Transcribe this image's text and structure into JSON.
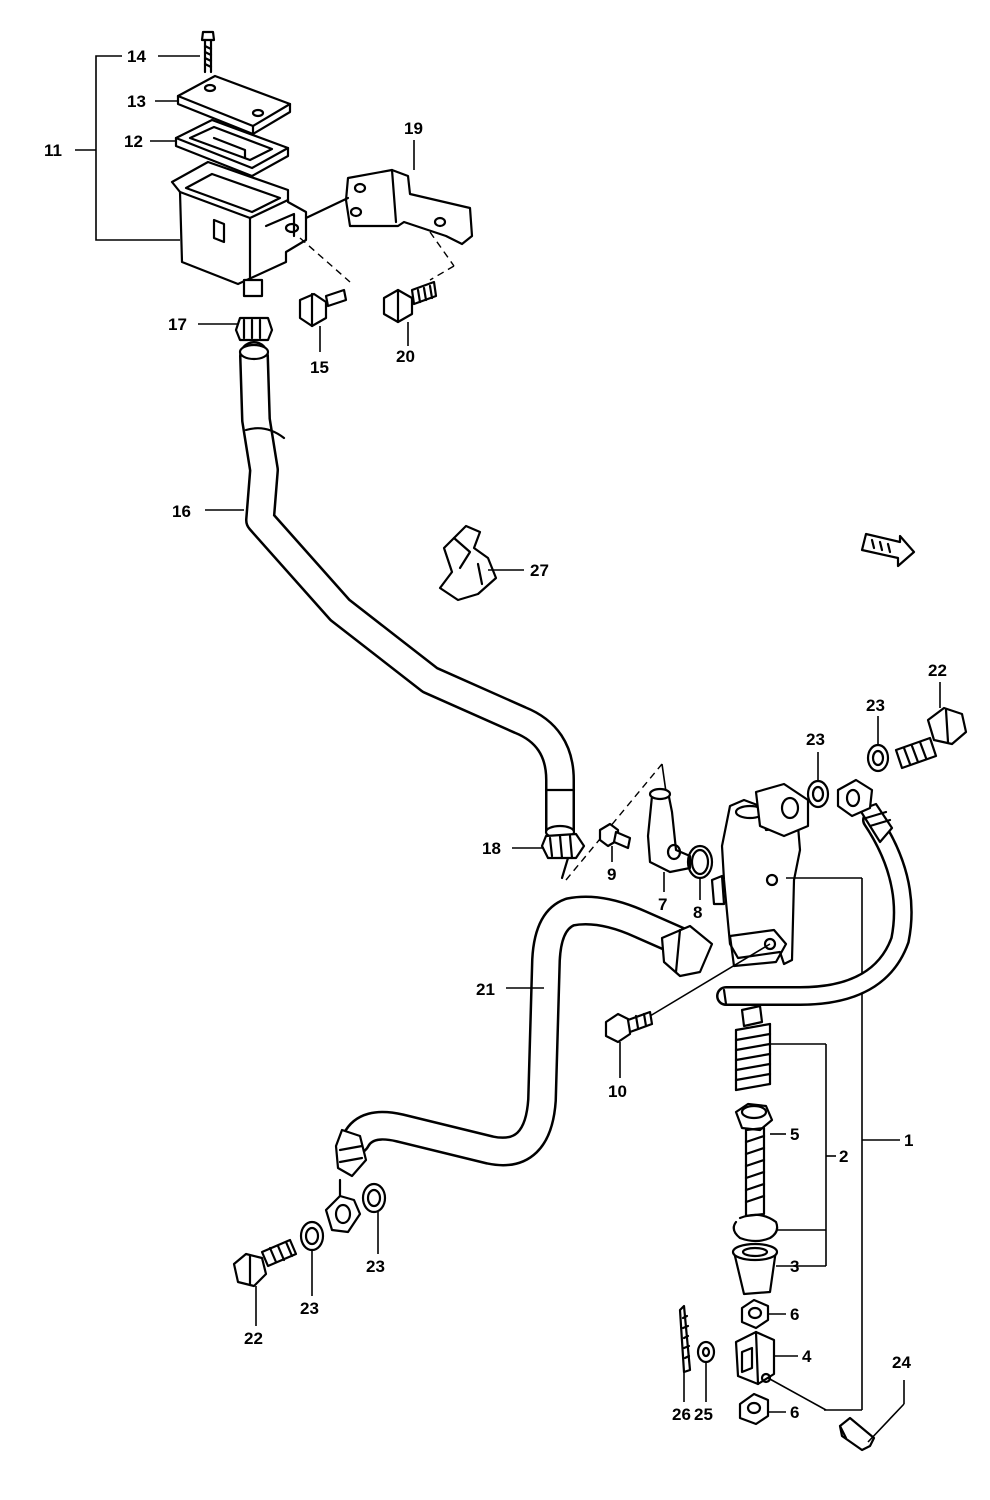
{
  "diagram": {
    "labels": {
      "p1": "1",
      "p2": "2",
      "p3": "3",
      "p4": "4",
      "p5": "5",
      "p6a": "6",
      "p6b": "6",
      "p7": "7",
      "p8": "8",
      "p9": "9",
      "p10": "10",
      "p11": "11",
      "p12": "12",
      "p13": "13",
      "p14": "14",
      "p15": "15",
      "p16": "16",
      "p17": "17",
      "p18": "18",
      "p19": "19",
      "p20": "20",
      "p21": "21",
      "p22a": "22",
      "p22b": "22",
      "p23a": "23",
      "p23b": "23",
      "p23c": "23",
      "p23d": "23",
      "p24": "24",
      "p25": "25",
      "p26": "26",
      "p27": "27"
    },
    "front_arrow_icon": "front-direction-arrow-icon"
  }
}
